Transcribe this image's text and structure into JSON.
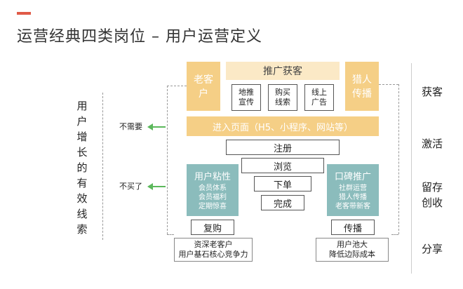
{
  "header": {
    "title": "运营经典四类岗位 – 用户运营定义",
    "accent_color": "#e05a47"
  },
  "left_label": [
    "用",
    "户",
    "增",
    "长",
    "的",
    "有",
    "效",
    "线",
    "索"
  ],
  "acquire": {
    "old_customer": "老客户",
    "banner": "推广获客",
    "seed_propagation": "猎人传播",
    "channels": [
      "地推宣传",
      "购买线索",
      "线上广告"
    ]
  },
  "entry_page": "进入页面（H5、小程序、网站等）",
  "funnel": [
    "注册",
    "浏览",
    "下单",
    "完成"
  ],
  "stickiness": {
    "title": "用户粘性",
    "items": [
      "会员体系",
      "会员福利",
      "定期惊喜"
    ],
    "action": "复购",
    "note": [
      "资深老客户",
      "用户基石核心竞争力"
    ]
  },
  "word_of_mouth": {
    "title": "口碑推广",
    "items": [
      "社群运营",
      "猎人传播",
      "老客带新客"
    ],
    "action": "传播",
    "note": [
      "用户池大",
      "降低边际成本"
    ]
  },
  "side_notes": {
    "no_need": "不需要",
    "not_bought": "不买了"
  },
  "stages": [
    "获客",
    "激活",
    "留存创收",
    "分享"
  ],
  "colors": {
    "gold": "#f5cf86",
    "beige": "#fbe9c6",
    "teal": "#8bbcbc",
    "arrow": "#5cb85c"
  }
}
